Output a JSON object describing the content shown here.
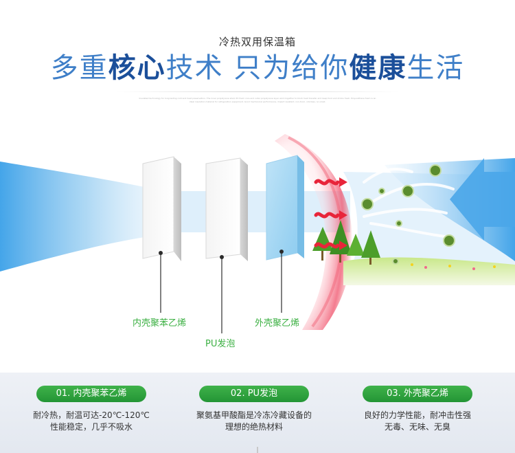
{
  "header": {
    "subtitle": "冷热双用保温箱",
    "headline_parts": [
      "多重",
      "核心",
      "技术 只为给你",
      "健康",
      "生活"
    ],
    "fine_print": "Insulated technology for long lasting cold and heat preservation. The inner polystyrene shell, PU foam core and outer polystyrene layer work together to block heat transfer and keep food and drinks fresh. Polyurethane foam is an ideal insulation material for refrigeration equipment. Good mechanical performance, impact resistant, non-toxic, odorless, no smell."
  },
  "layers": {
    "inner_label": "内壳聚苯乙烯",
    "foam_label": "PU发泡",
    "outer_label": "外壳聚乙烯"
  },
  "features": [
    {
      "title": "01. 内壳聚苯乙烯",
      "lines": [
        "耐冷热，耐温可达-20℃-120℃",
        "性能稳定，几乎不吸水"
      ]
    },
    {
      "title": "02. PU发泡",
      "lines": [
        "聚氨基甲酸酯是冷冻冷藏设备的",
        "理想的绝热材料"
      ]
    },
    {
      "title": "03. 外壳聚乙烯",
      "lines": [
        "良好的力学性能，耐冲击性强",
        "无毒、无味、无臭"
      ]
    }
  ],
  "colors": {
    "accent_blue": "#1b4f9a",
    "headline_blue": "#3f7fc8",
    "green": "#3cb043",
    "heat_red": "#e8253a"
  },
  "icons": [
    "heat-wave-icon",
    "bacteria-icon",
    "airflow-arrow-icon",
    "tree-icon",
    "flower-icon"
  ]
}
